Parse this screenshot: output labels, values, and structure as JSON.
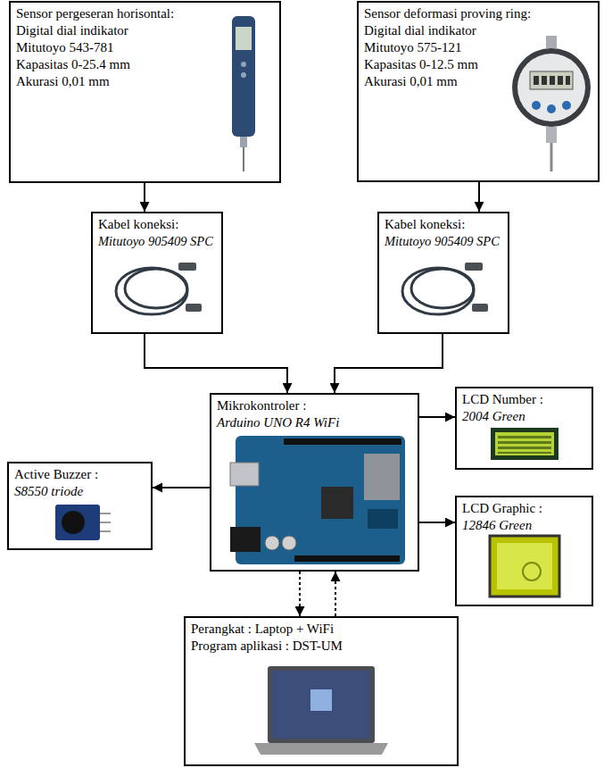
{
  "diagram": {
    "nodes": [
      {
        "text": [
          "Sensor pergeseran horisontal:",
          "Digital dial indikator",
          "Mitutoyo 543-781",
          "Kapasitas 0-25.4 mm",
          "Akurasi 0,01 mm"
        ]
      },
      {
        "text": [
          "Sensor deformasi proving ring:",
          "Digital dial indikator",
          "Mitutoyo 575-121",
          "Kapasitas 0-12.5 mm",
          "Akurasi 0,01 mm"
        ]
      },
      {
        "text": [
          "Kabel koneksi:",
          "Mitutoyo 905409 SPC"
        ]
      },
      {
        "text": [
          "Kabel koneksi:",
          "Mitutoyo 905409 SPC"
        ]
      },
      {
        "text": [
          "Mikrokontroler :",
          "Arduino UNO R4 WiFi"
        ]
      },
      {
        "text": [
          "LCD Number :",
          "2004 Green"
        ]
      },
      {
        "text": [
          "Active Buzzer :",
          "S8550 triode"
        ]
      },
      {
        "text": [
          "LCD Graphic :",
          "12846 Green"
        ]
      },
      {
        "text": [
          "Perangkat : Laptop + WiFi",
          "Program aplikasi : DST-UM"
        ]
      }
    ],
    "edges": [
      {
        "from": 0,
        "to": 2,
        "arrow": "to"
      },
      {
        "from": 1,
        "to": 3,
        "arrow": "to"
      },
      {
        "from": 2,
        "to": 4,
        "arrow": "to"
      },
      {
        "from": 3,
        "to": 4,
        "arrow": "to"
      },
      {
        "from": 4,
        "to": 5,
        "arrow": "to"
      },
      {
        "from": 4,
        "to": 6,
        "arrow": "to"
      },
      {
        "from": 4,
        "to": 7,
        "arrow": "to"
      },
      {
        "from": 4,
        "to": 8,
        "arrow": "to"
      },
      {
        "from": 8,
        "to": 4,
        "arrow": "to"
      }
    ]
  }
}
